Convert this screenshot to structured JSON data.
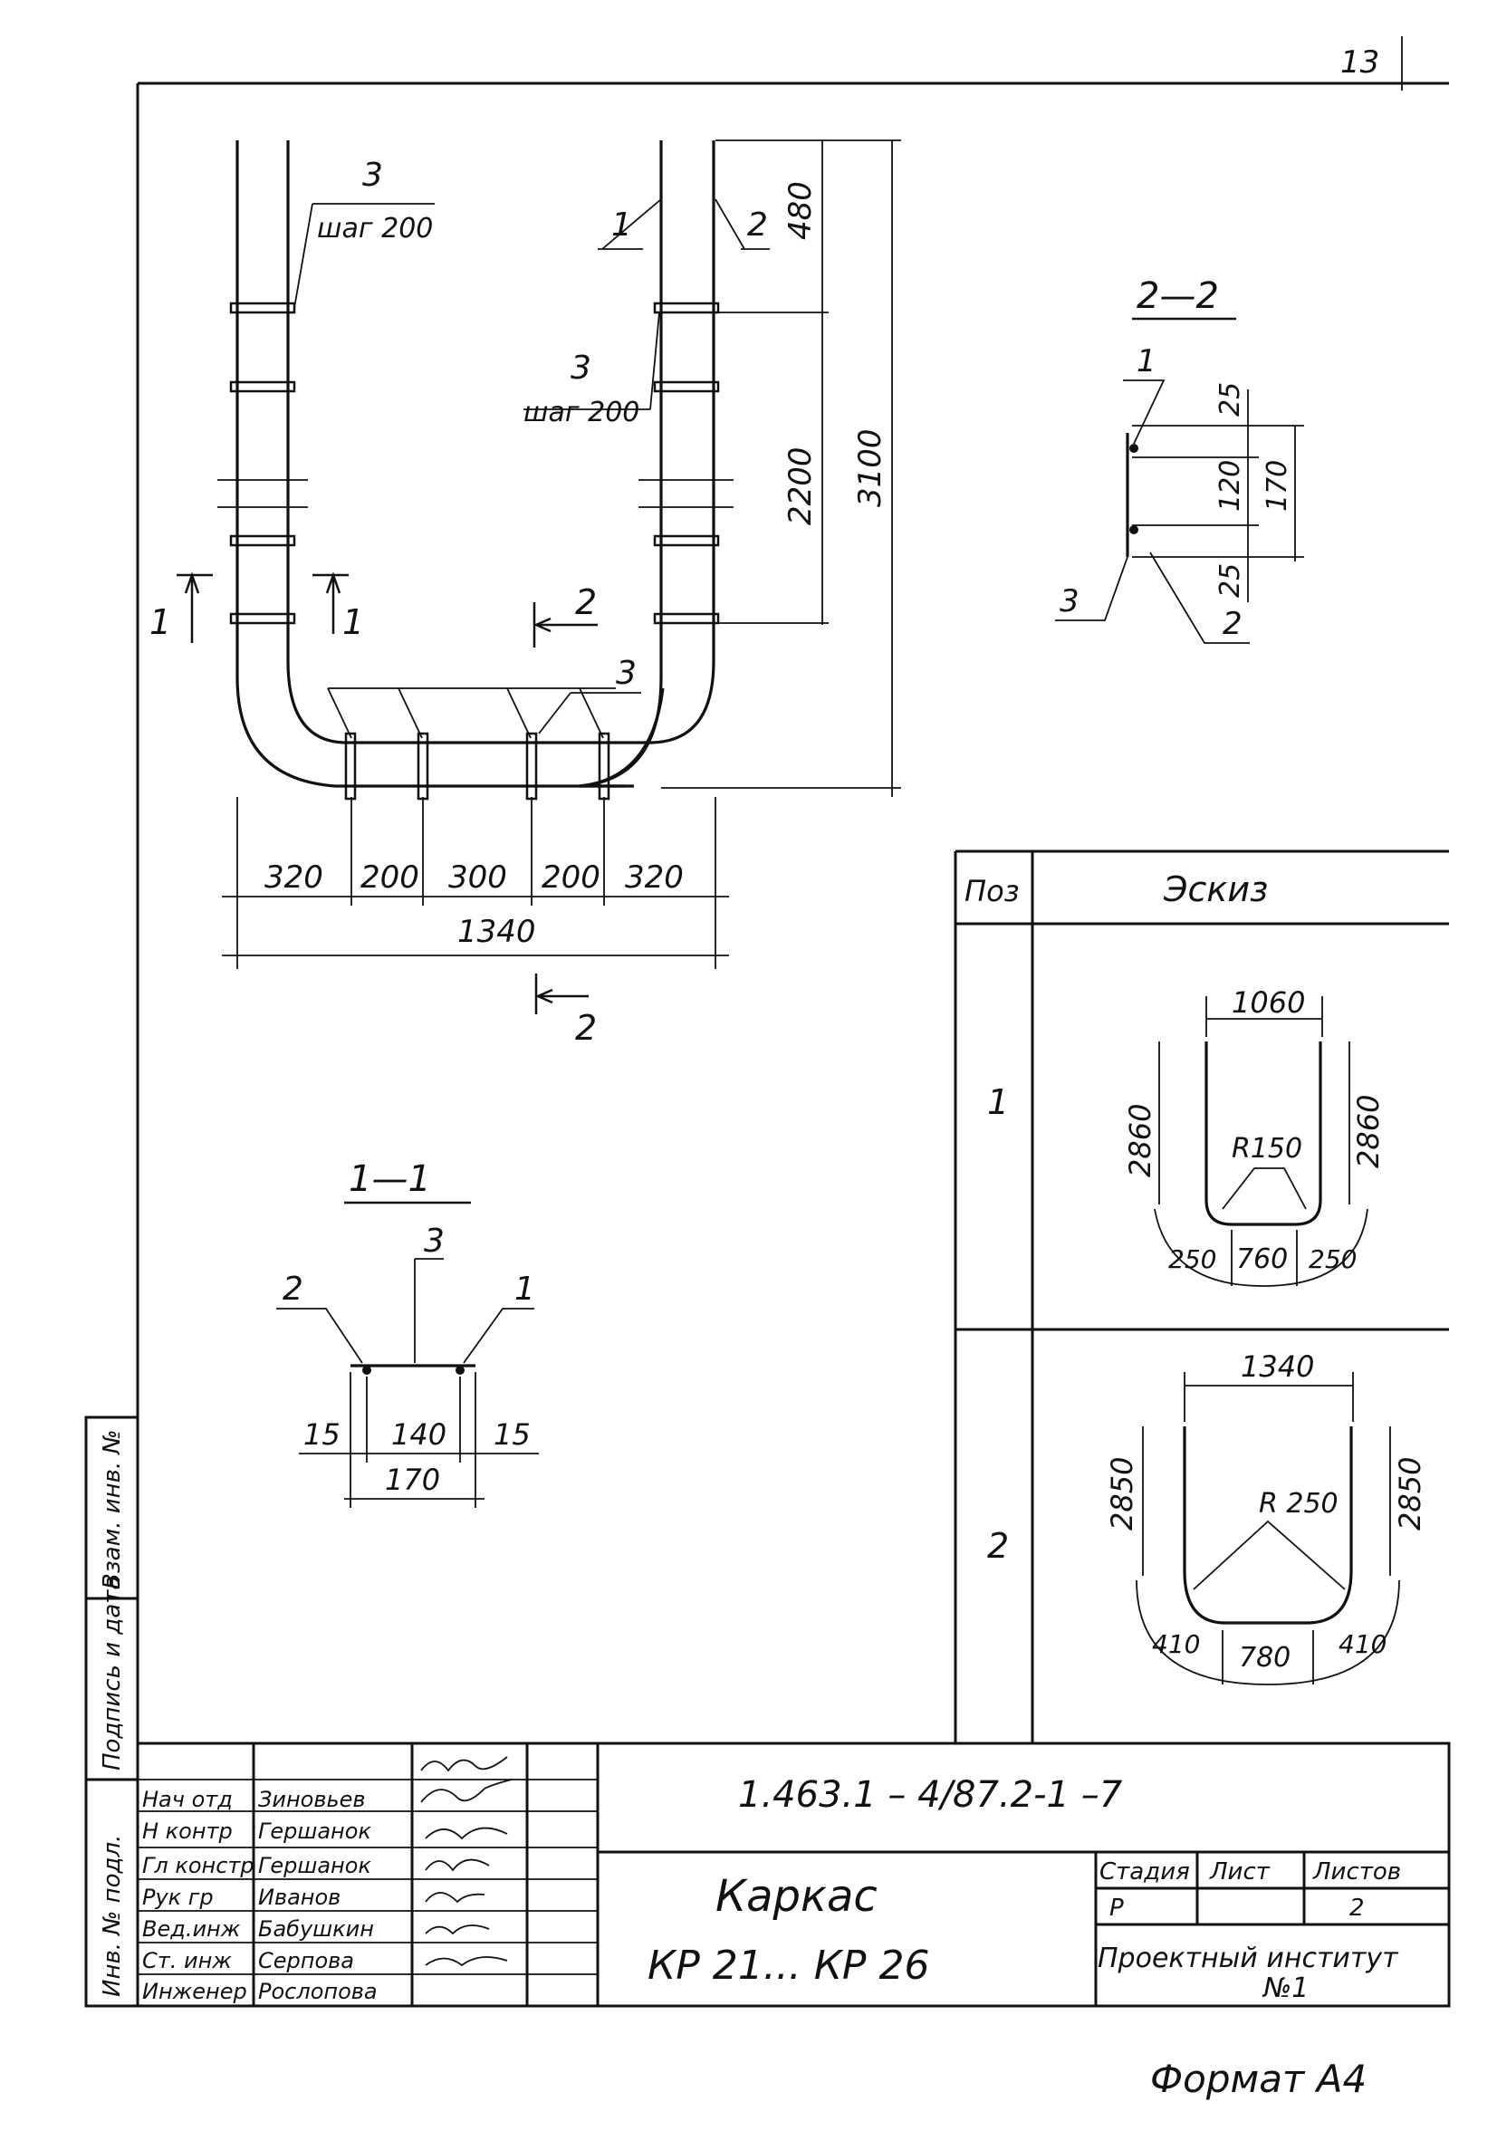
{
  "sheet_number": "13",
  "main_view": {
    "label_pos1": "1",
    "label_pos2": "2",
    "label_pos3_top": "3",
    "step_top": "шаг 200",
    "label_pos3_mid": "3",
    "step_mid": "шаг 200",
    "label_pos3_bottom": "3",
    "dim_480": "480",
    "dim_2200": "2200",
    "dim_3100": "3100",
    "dim_320a": "320",
    "dim_200a": "200",
    "dim_300": "300",
    "dim_200b": "200",
    "dim_320b": "320",
    "dim_1340": "1340",
    "cut_1_left": "1",
    "cut_1_right": "1",
    "cut_2_top": "2",
    "cut_2_bottom": "2"
  },
  "section_2_2": {
    "title": "2—2",
    "label_1": "1",
    "label_3": "3",
    "label_2": "2",
    "dim_25_top": "25",
    "dim_120": "120",
    "dim_170": "170",
    "dim_25_bottom": "25"
  },
  "section_1_1": {
    "title": "1—1",
    "label_2": "2",
    "label_3": "3",
    "label_1": "1",
    "dim_15_left": "15",
    "dim_140": "140",
    "dim_15_right": "15",
    "dim_170": "170"
  },
  "sketch_table": {
    "header_pos": "Поз",
    "header_sketch": "Эскиз",
    "rows": [
      {
        "pos": "1",
        "top": "1060",
        "left": "2860",
        "right": "2860",
        "radius": "R150",
        "bl": "250",
        "bottom": "760",
        "br": "250"
      },
      {
        "pos": "2",
        "top": "1340",
        "left": "2850",
        "right": "2850",
        "radius": "R 250",
        "bl": "410",
        "bottom": "780",
        "br": "410"
      }
    ]
  },
  "side_stamp": [
    "Инв. № подл.",
    "Подпись и дата",
    "Взам. инв. №"
  ],
  "title_block": {
    "document_code": "1.463.1 – 4/87.2-1 –7",
    "roles": [
      {
        "role": "Нач отд",
        "name": "Зиновьев"
      },
      {
        "role": "Н контр",
        "name": "Гершанок"
      },
      {
        "role": "Гл констр",
        "name": "Гершанок"
      },
      {
        "role": "Рук гр",
        "name": "Иванов"
      },
      {
        "role": "Вед.инж",
        "name": "Бабушкин"
      },
      {
        "role": "Ст. инж",
        "name": "Серпова"
      },
      {
        "role": "Инженер",
        "name": "Рослопова"
      }
    ],
    "title_line1": "Каркас",
    "title_line2": "КР 21... КР 26",
    "stage_label": "Стадия",
    "sheet_label": "Лист",
    "sheets_label": "Листов",
    "stage_value": "Р",
    "sheet_value": "",
    "sheets_value": "2",
    "organization_line1": "Проектный институт",
    "organization_line2": "№1"
  },
  "format_label": "Формат А4"
}
